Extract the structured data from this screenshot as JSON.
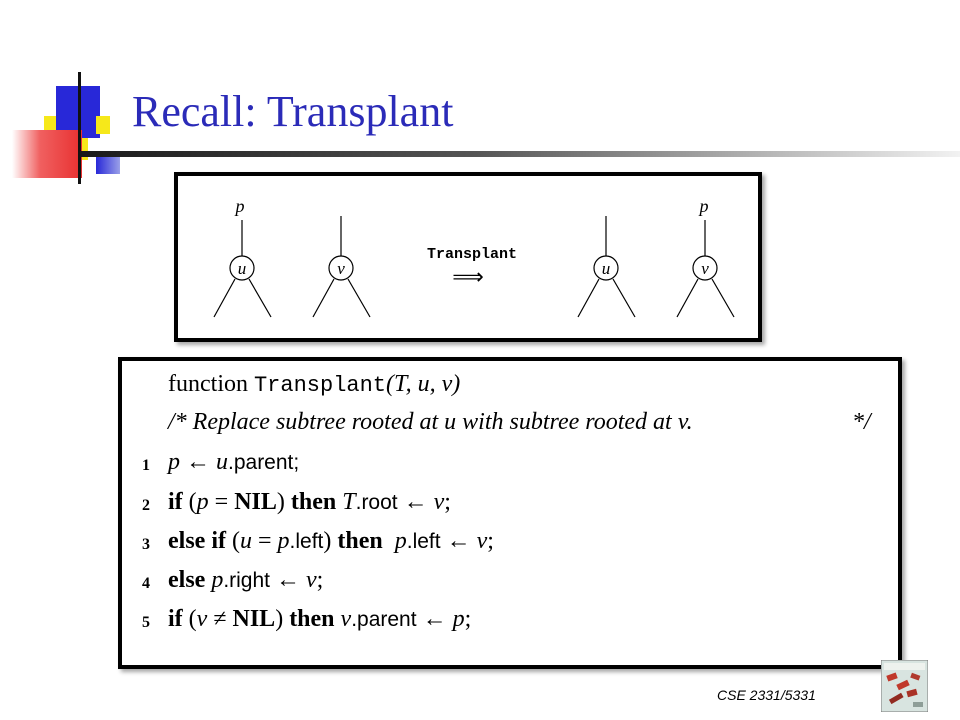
{
  "slide": {
    "title": "Recall: Transplant",
    "footer": "CSE 2331/5331"
  },
  "diagram": {
    "left": {
      "parent_label": "p",
      "node_u": "u",
      "node_v": "v"
    },
    "operation_label": "Transplant",
    "arrow": "⟹",
    "right": {
      "parent_label": "p",
      "node_u": "u",
      "node_v": "v"
    }
  },
  "pseudocode": {
    "header": {
      "keyword": "function",
      "name": "Transplant",
      "args": "(T, u, v)"
    },
    "comment": "/* Replace subtree rooted at u with subtree rooted at v.",
    "comment_end": "*/",
    "lines": [
      {
        "num": "1",
        "var_p": "p",
        "arrow": "←",
        "var_u": "u",
        "field": ".parent;"
      },
      {
        "num": "2",
        "kw_if": "if",
        "open": "(",
        "var_p": "p",
        "eq": "=",
        "nil": "NIL",
        "close": ")",
        "kw_then": "then",
        "var_t": "T",
        "field": ".root",
        "arrow": "←",
        "var_v": "v",
        "end": ";"
      },
      {
        "num": "3",
        "kw_else_if": "else if",
        "open": "(",
        "var_u": "u",
        "eq": "=",
        "var_p": "p",
        "field": ".left",
        "close": ")",
        "kw_then": "then",
        "var_p2": "p",
        "field2": ".left",
        "arrow": "←",
        "var_v": "v",
        "end": ";"
      },
      {
        "num": "4",
        "kw_else": "else",
        "var_p": "p",
        "field": ".right",
        "arrow": "←",
        "var_v": "v",
        "end": ";"
      },
      {
        "num": "5",
        "kw_if": "if",
        "open": "(",
        "var_v": "v",
        "neq": "≠",
        "nil": "NIL",
        "close": ")",
        "kw_then": "then",
        "var_v2": "v",
        "field": ".parent",
        "arrow": "←",
        "var_p": "p",
        "end": ";"
      }
    ]
  },
  "colors": {
    "title": "#2b2bb8",
    "deco_blue": "#2828d8",
    "deco_yellow": "#f6e81a",
    "deco_red": "#e83838"
  }
}
